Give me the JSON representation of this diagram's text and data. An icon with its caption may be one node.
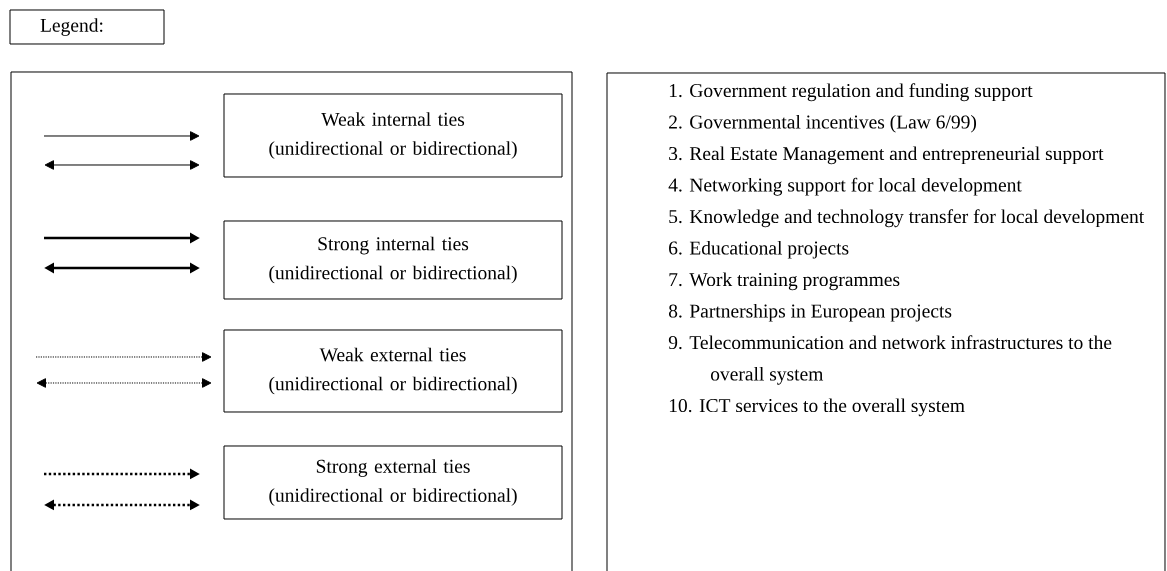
{
  "diagram": {
    "nodes": [
      {
        "text": [
          "Legend:"
        ]
      },
      {
        "text": [],
        "shape": "box"
      },
      {
        "text": [
          "Weak internal ties (unidirectional or bidirectional)"
        ],
        "in": 1
      },
      {
        "text": [
          "Strong internal ties (unidirectional or bidirectional)"
        ],
        "in": 1
      },
      {
        "text": [
          "Weak external ties (unidirectional or bidirectional)"
        ],
        "in": 1
      },
      {
        "text": [
          "Strong external ties (unidirectional or bidirectional)"
        ],
        "in": 1
      },
      {
        "text": [
          "1. Government regulation and funding support",
          "2. Governmental incentives (Law 6/99)",
          "3. Real Estate Management and entrepreneurial support",
          "4. Networking support for local development",
          "5. Knowledge and technology transfer for local development",
          "6. Educational projects",
          "7. Work training programmes",
          "8. Partnerships in European projects",
          "9. Telecommunication and network infrastructures to the overall system",
          "10. ICT services to the overall system"
        ]
      }
    ]
  }
}
